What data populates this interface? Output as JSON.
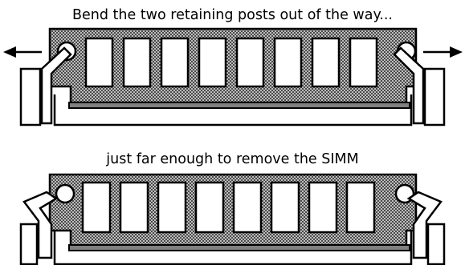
{
  "captions": {
    "step1": "Bend the two retaining posts out of the way...",
    "step2": "just far enough to remove the SIMM"
  },
  "colors": {
    "ink": "#000000",
    "paper": "#ffffff",
    "slot": "#808080",
    "hatch_fg": "#555555",
    "hatch_bg": "#bdbdbd"
  },
  "diagrams": [
    {
      "name": "posts-bent-outward",
      "chips": 8,
      "arrows": [
        "left",
        "right"
      ]
    },
    {
      "name": "simm-released",
      "chips": 8,
      "arrows": []
    }
  ]
}
